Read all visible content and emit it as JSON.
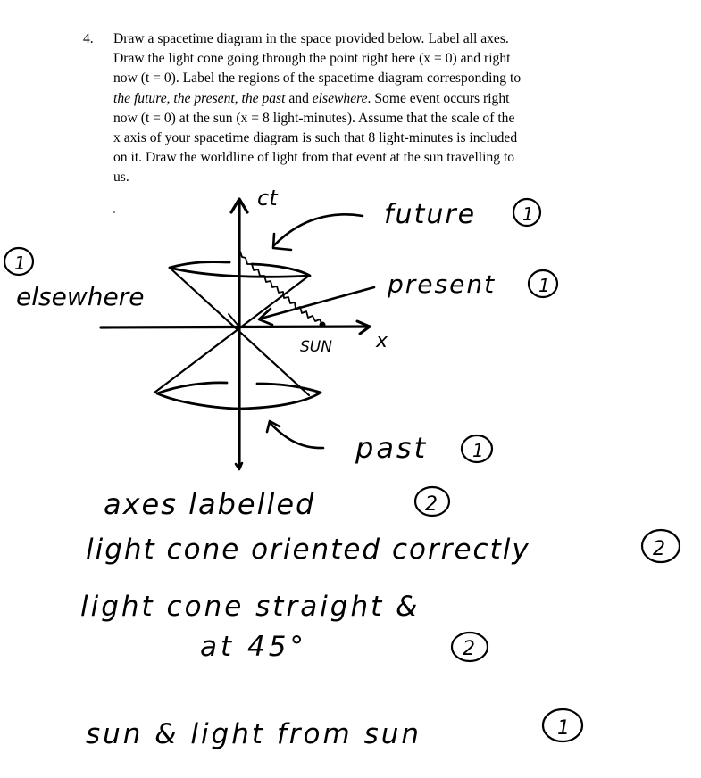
{
  "question": {
    "number": "4.",
    "lines": [
      "Draw a spacetime diagram in the space provided below.  Label all axes.",
      "Draw the light cone going through the point right here (x = 0) and right",
      "now (t = 0).  Label the regions of the spacetime diagram corresponding to",
      {
        "parts": [
          {
            "text": "the future",
            "italic": true
          },
          {
            "text": ", ",
            "italic": false
          },
          {
            "text": "the present",
            "italic": true
          },
          {
            "text": ", ",
            "italic": false
          },
          {
            "text": "the past",
            "italic": true
          },
          {
            "text": " and ",
            "italic": false
          },
          {
            "text": "elsewhere",
            "italic": true
          },
          {
            "text": ".  Some event occurs right",
            "italic": false
          }
        ]
      },
      "now (t = 0) at the sun (x = 8 light-minutes).  Assume that the scale of the",
      "x axis of your spacetime diagram is such that 8 light-minutes is included",
      "on it.  Draw the worldline of light from that event at the sun travelling to",
      "us."
    ],
    "line4": {
      "future": "the future",
      "sep1": ", ",
      "present": "the present",
      "sep2": ", ",
      "past": "the past",
      "and": " and ",
      "elsewhere": "elsewhere",
      "rest": ".  Some event occurs right"
    }
  },
  "diagram": {
    "axis_labels": {
      "vertical": "ct",
      "horizontal": "x"
    },
    "sun_label": "SUN",
    "region_labels": {
      "future": "future",
      "present": "present",
      "past": "past",
      "elsewhere": "elsewhere"
    },
    "region_scores": {
      "future": "1",
      "present": "1",
      "past": "1",
      "elsewhere": "1"
    }
  },
  "grading": {
    "items": [
      {
        "text": "axes  labelled",
        "score": "2"
      },
      {
        "text": "light  cone  oriented  correctly",
        "score": "2"
      },
      {
        "text": "light  cone  straight  &",
        "score": ""
      },
      {
        "text": "at  45°",
        "score": "2"
      },
      {
        "text": "sun  &  light  from  sun",
        "score": "1"
      }
    ]
  }
}
